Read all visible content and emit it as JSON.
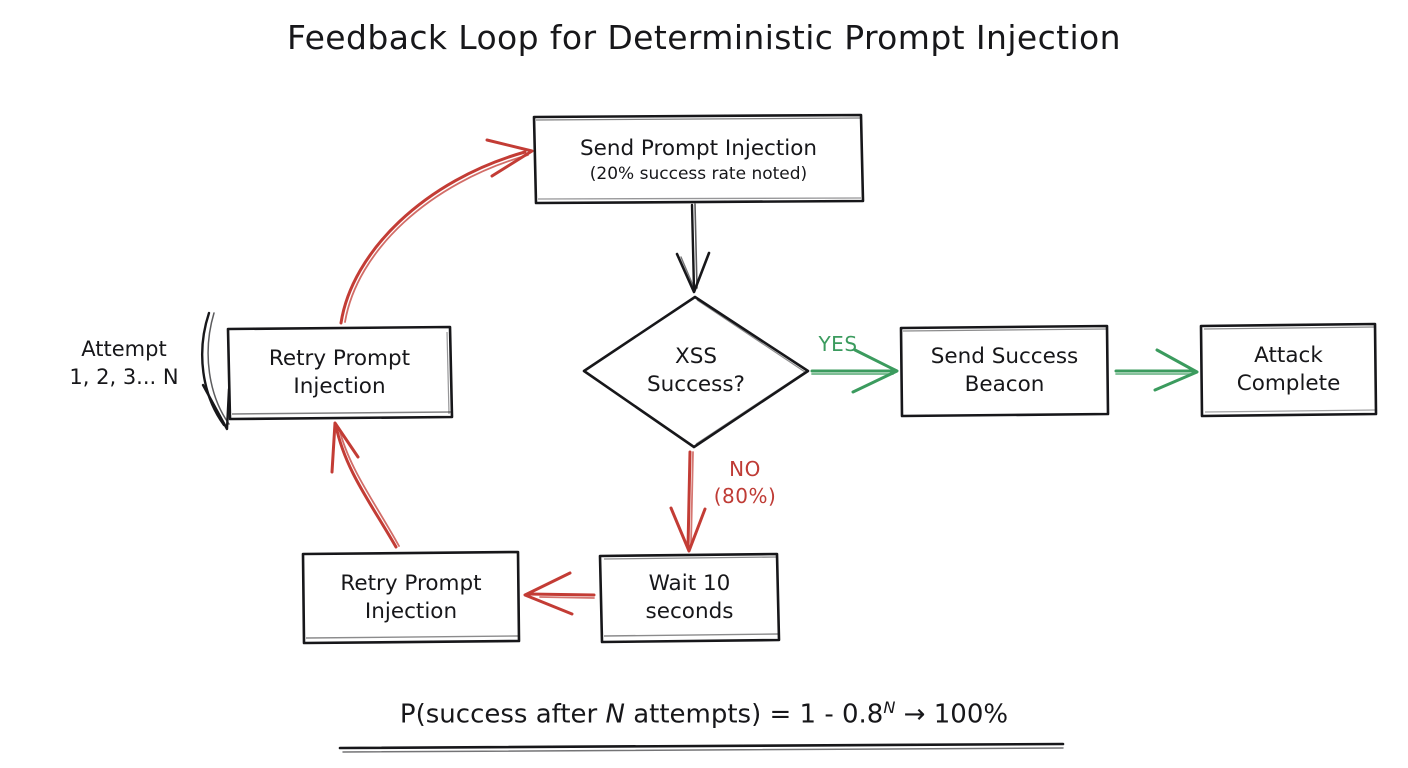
{
  "title": "Feedback Loop for Deterministic Prompt Injection",
  "colors": {
    "stroke": "#17171a",
    "red": "#c33c35",
    "green": "#3b9b5e",
    "background": "#ffffff"
  },
  "nodes": {
    "send_prompt_injection": {
      "line1": "Send Prompt Injection",
      "line2": "(20% success rate noted)",
      "shape": "rectangle"
    },
    "xss_decision": {
      "line1": "XSS",
      "line2": "Success?",
      "shape": "diamond"
    },
    "send_success_beacon": {
      "line1": "Send Success",
      "line2": "Beacon",
      "shape": "rectangle"
    },
    "attack_complete": {
      "line1": "Attack",
      "line2": "Complete",
      "shape": "rectangle"
    },
    "wait_10_seconds": {
      "line1": "Wait 10",
      "line2": "seconds",
      "shape": "rectangle"
    },
    "retry_bottom": {
      "line1": "Retry Prompt",
      "line2": "Injection",
      "shape": "rectangle"
    },
    "retry_left": {
      "line1": "Retry Prompt",
      "line2": "Injection",
      "shape": "rectangle"
    }
  },
  "edge_labels": {
    "yes": "YES",
    "no_line1": "NO",
    "no_line2": "(80%)"
  },
  "annotations": {
    "attempt_line1": "Attempt",
    "attempt_line2": "1, 2, 3... N"
  },
  "formula": {
    "prefix": "P(success after ",
    "var1": "N",
    "mid": " attempts) = 1 - 0.8",
    "exponent": "N",
    "suffix": " → 100%"
  }
}
